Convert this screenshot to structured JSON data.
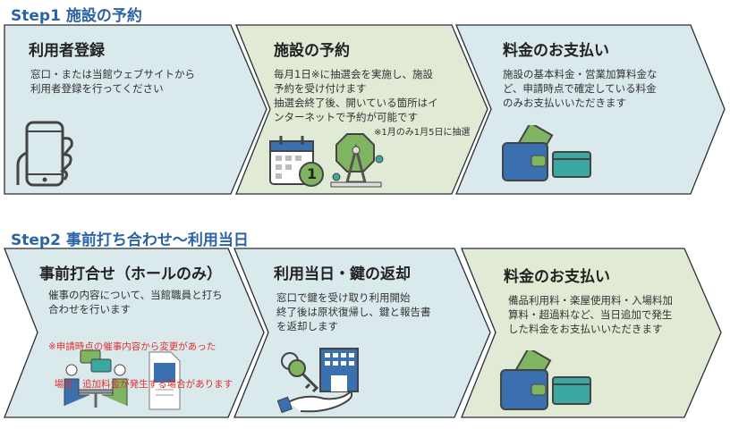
{
  "step1": {
    "title": "Step1  施設の予約",
    "cards": [
      {
        "title": "利用者登録",
        "lines": [
          "窓口・または当館ウェブサイトから",
          "利用者登録を行ってください"
        ]
      },
      {
        "title": "施設の予約",
        "lines": [
          "毎月1日※に抽選会を実施し、施設",
          "予約を受け付けます",
          "抽選会終了後、開いている箇所はイ",
          "ンターネットで予約が可能です"
        ],
        "note": "※1月のみ1月5日に抽選",
        "calendar_number": "1"
      },
      {
        "title": "料金のお支払い",
        "lines": [
          "施設の基本料金・営業加算料金な",
          "ど、申請時点で確定している料金",
          "のみお支払いいただきます"
        ]
      }
    ]
  },
  "step2": {
    "title": "Step2  事前打ち合わせ～利用当日",
    "cards": [
      {
        "title": "事前打合せ（ホールのみ）",
        "lines": [
          "催事の内容について、当館職員と打ち",
          "合わせを行います"
        ],
        "warning": [
          "※申請時点の催事内容から変更があった",
          "  場合、追加料金が発生する場合があります"
        ]
      },
      {
        "title": "利用当日・鍵の返却",
        "lines": [
          "窓口で鍵を受け取り利用開始",
          "終了後は原状復帰し、鍵と報告書",
          "を返却します"
        ]
      },
      {
        "title": "料金のお支払い",
        "lines": [
          "備品利用料・楽屋使用料・入場料加",
          "算料・超過料など、当日追加で発生",
          "した料金をお支払いいただきます"
        ]
      }
    ]
  },
  "colors": {
    "blue_panel": "#dae9ec",
    "green_panel": "#e1ead5",
    "title_blue": "#2a63a6",
    "warning_red": "#e03030"
  }
}
